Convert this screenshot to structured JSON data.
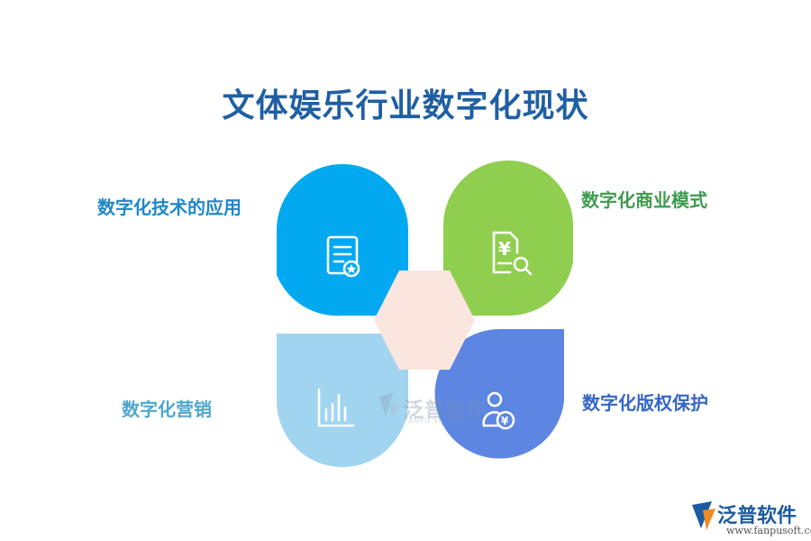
{
  "title": "文体娱乐行业数字化现状",
  "quadrants": [
    {
      "label": "数字化技术的应用",
      "color": "#1f87c8",
      "petal_color": "#03a9f0",
      "icon": "document-star-icon"
    },
    {
      "label": "数字化商业模式",
      "color": "#3e9b4f",
      "petal_color": "#8fce4e",
      "icon": "yen-document-search-icon"
    },
    {
      "label": "数字化营销",
      "color": "#4fa7cf",
      "petal_color": "#a1d4ef",
      "icon": "bar-chart-icon"
    },
    {
      "label": "数字化版权保护",
      "color": "#3566c6",
      "petal_color": "#5d86e2",
      "icon": "person-yen-icon"
    }
  ],
  "center_color": "#fbe5df",
  "watermark": {
    "name": "泛普软件",
    "sub": "FANPU SOFTWARE"
  },
  "brand": {
    "name": "泛普软件",
    "url": "www.fanpusoft.com"
  }
}
